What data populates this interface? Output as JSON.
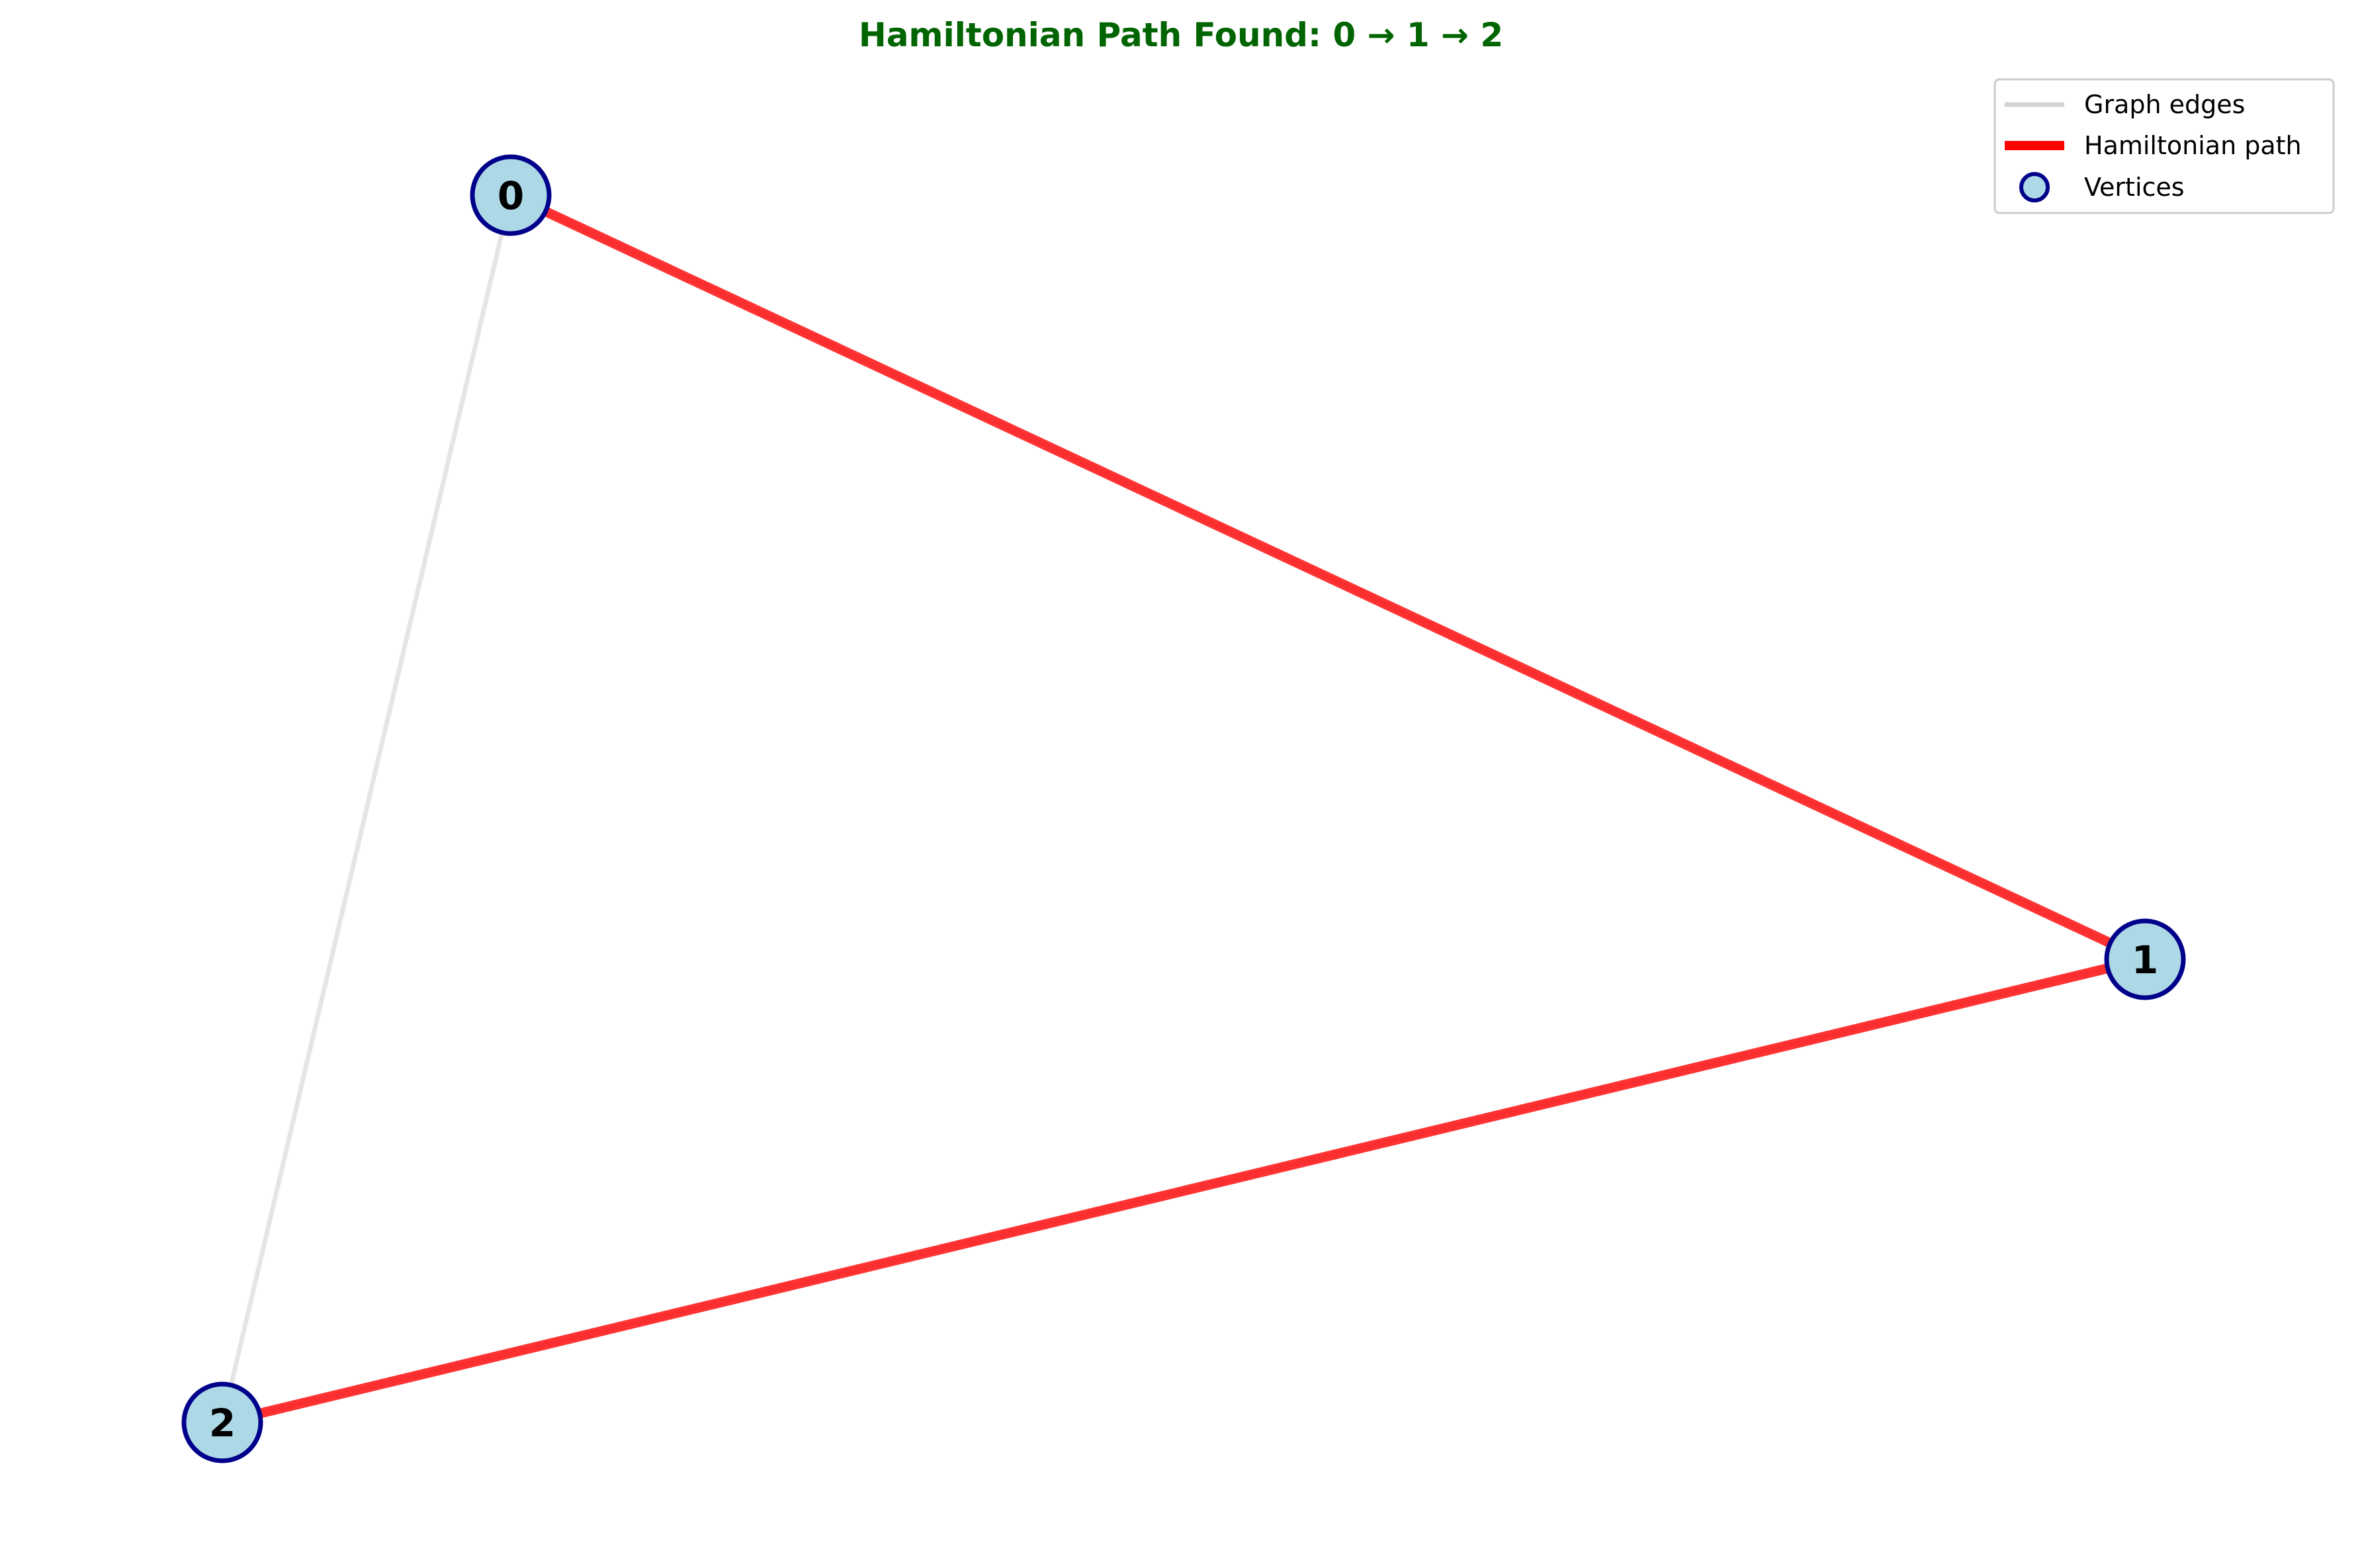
{
  "title": "Hamiltonian Path Found: 0 → 1 → 2",
  "legend": {
    "graph_edges": "Graph edges",
    "hamiltonian_path": "Hamiltonian path",
    "vertices": "Vertices"
  },
  "graph": {
    "vertices": [
      {
        "id": "0",
        "label": "0"
      },
      {
        "id": "1",
        "label": "1"
      },
      {
        "id": "2",
        "label": "2"
      }
    ],
    "edges": [
      {
        "from": "0",
        "to": "1"
      },
      {
        "from": "1",
        "to": "2"
      },
      {
        "from": "0",
        "to": "2"
      }
    ],
    "path": [
      "0",
      "1",
      "2"
    ]
  },
  "colors": {
    "title": "#006400",
    "graph_edge": "#d3d3d3",
    "path_edge": "#ff0000",
    "vertex_fill": "#add8e6",
    "vertex_border": "#00008b",
    "legend_border": "#cccccc"
  }
}
